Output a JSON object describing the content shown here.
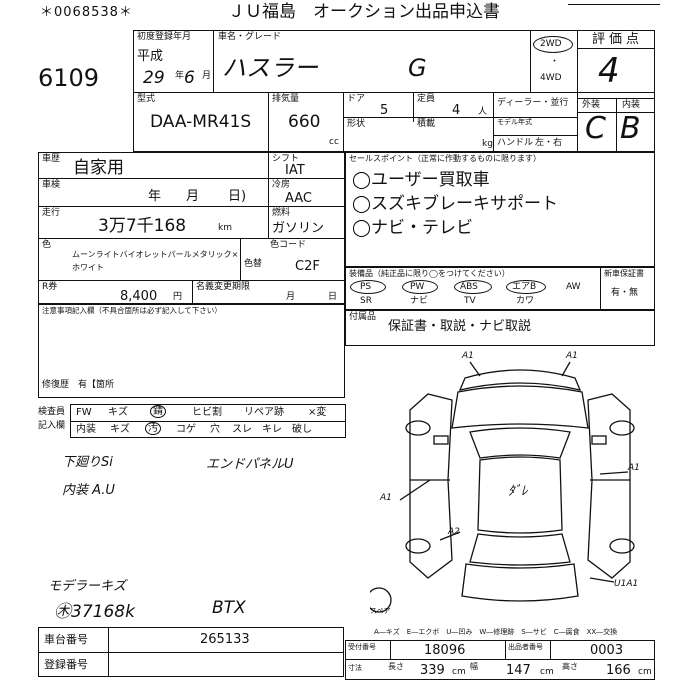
{
  "header": {
    "serial": "＊0068538＊",
    "title": "ＪＵ福島　オークション出品申込書"
  },
  "lot_number": "6109",
  "first_reg": {
    "label": "初度登録年月",
    "era": "平成",
    "year": "29",
    "year_unit": "年",
    "month": "6",
    "month_unit": "月"
  },
  "name_grade": {
    "label": "車名・グレード",
    "model": "ハスラー",
    "grade": "G"
  },
  "drive": {
    "two_wd": "2WD",
    "dot": "・",
    "four_wd": "4WD"
  },
  "rating": {
    "label": "評価点",
    "value": "4"
  },
  "model_type": {
    "label": "型式",
    "value": "DAA-MR41S"
  },
  "displacement": {
    "label": "排気量",
    "value": "660",
    "unit": "cc"
  },
  "doors": {
    "label": "ドア",
    "value": "5"
  },
  "capacity": {
    "label": "定員",
    "value": "4",
    "unit": "人"
  },
  "dealer": {
    "label": "ディーラー・並行"
  },
  "body_shape": {
    "label": "形状"
  },
  "load": {
    "label": "積載",
    "unit": "kg"
  },
  "model_year": {
    "label": "モデル年式"
  },
  "handle": {
    "label": "ハンドル",
    "value": "左・右"
  },
  "exterior_interior": {
    "ext_label": "外装",
    "int_label": "内装",
    "ext_value": "C",
    "int_value": "B"
  },
  "usage": {
    "label": "車歴",
    "value": "自家用"
  },
  "shift": {
    "label": "シフト",
    "value": "IAT"
  },
  "inspection": {
    "label": "車検",
    "year_unit": "年",
    "month_unit": "月",
    "day_unit": "日)"
  },
  "ac": {
    "label": "冷房",
    "value": "AAC"
  },
  "mileage": {
    "label": "走行",
    "value": "3万7千168",
    "unit": "km"
  },
  "fuel": {
    "label": "燃料",
    "value": "ガソリン"
  },
  "color": {
    "label": "色",
    "value_line1": "ムーンライトバイオレットパールメタリック×",
    "value_line2": "ホワイト"
  },
  "color_code": {
    "label": "色コード",
    "value": "C2F",
    "change_label": "色替"
  },
  "recycle": {
    "label": "R券",
    "value": "8,400",
    "unit": "円"
  },
  "meigi": {
    "label": "名義変更期限",
    "month": "月",
    "day": "日"
  },
  "notes_label": "注意事項記入欄（不具合箇所は必ず記入して下さい）",
  "repair": {
    "label": "修復歴",
    "value": "有【箇所"
  },
  "sales_points": {
    "label": "セールスポイント（正常に作動するものに限ります）",
    "items": [
      "◯ユーザー買取車",
      "◯スズキブレーキサポート",
      "◯ナビ・テレビ"
    ]
  },
  "equipment": {
    "label": "装備品（純正品に限り◯をつけてください）",
    "top": [
      "PS",
      "PW",
      "ABS",
      "エアB",
      "AW"
    ],
    "bottom": [
      "SR",
      "ナビ",
      "TV",
      "カワ"
    ],
    "warranty_label": "新車保証書",
    "warranty_value": "有・無"
  },
  "accessories": {
    "label": "付属品",
    "value": "保証書・取説・ナビ取説"
  },
  "inspector": {
    "row1_label": "検査員",
    "row2_label": "記入欄",
    "row1": [
      "FW",
      "キズ",
      "錆",
      "ヒビ割",
      "リペア跡",
      "×変"
    ],
    "row2": [
      "内装",
      "キズ",
      "汚",
      "コゲ",
      "穴",
      "スレ",
      "キレ",
      "破し"
    ]
  },
  "handwritten": {
    "line1": "下廻りSi",
    "line2": "エンドパネルU",
    "line3": "内装 A.U",
    "line4": "モデラーキズ",
    "line5": "㊍37168k",
    "line6": "BTX"
  },
  "diagram_marks": {
    "a1_top_left": "A1",
    "a1_top_right": "A1",
    "a1_right": "A1",
    "a1_left": "A1",
    "a2": "A2",
    "center": "ﾀﾞﾚ",
    "u1a1": "U1A1",
    "spare": "スペア"
  },
  "legend": "A―キズ　E―エクボ　U―凹み　W―修理跡　S―サビ　C―腐食　XX―交換",
  "chassis": {
    "label": "車台番号",
    "value": "265133"
  },
  "registration": {
    "label": "登録番号"
  },
  "reception": {
    "label": "受付番号",
    "value": "18096"
  },
  "exhibit": {
    "label": "出品者番号",
    "value": "0003"
  },
  "size": {
    "label": "寸法",
    "length_label": "長さ",
    "length": "339",
    "length_unit": "cm",
    "width_label": "幅",
    "width": "147",
    "width_unit": "cm",
    "height_label": "高さ",
    "height": "166",
    "height_unit": "cm"
  }
}
